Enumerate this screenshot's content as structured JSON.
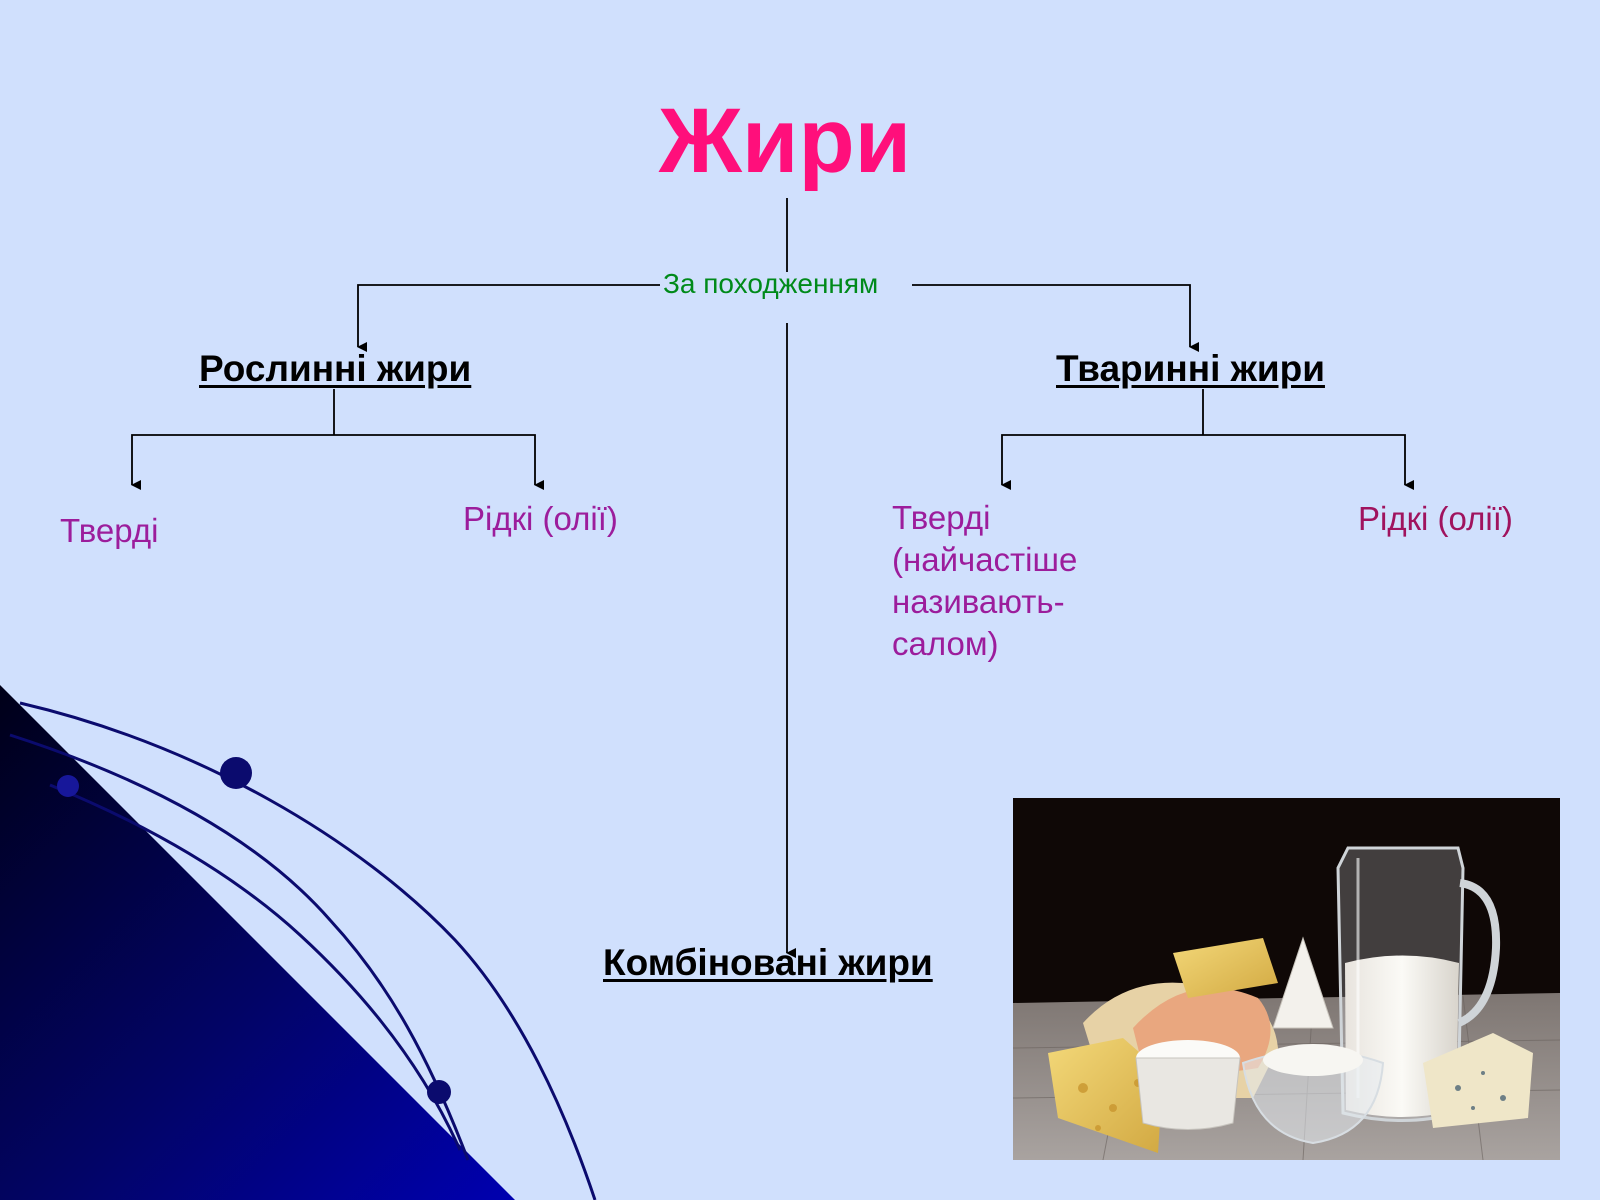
{
  "slide": {
    "title": "Жири",
    "criterion": "За походженням"
  },
  "groups": {
    "plant": {
      "title": "Рослинні жири",
      "solid": "Тверді",
      "liquid": "Рідкі (олії)"
    },
    "animal": {
      "title": "Тваринні жири",
      "solid": "Тверді (найчастіше називають- салом)",
      "liquid": "Рідкі (олії)"
    },
    "combined": {
      "title": "Комбіновані жири"
    }
  },
  "colors": {
    "background": "#d0e0fd",
    "title": "#ff0f7b",
    "criterion": "#008a1a",
    "leaf": "#9c1d9c",
    "leaf_alt": "#a0135e",
    "connector": "#000000",
    "decor_dark": "#03037a"
  },
  "photo": {
    "description_icon": "dairy-products-photo"
  }
}
